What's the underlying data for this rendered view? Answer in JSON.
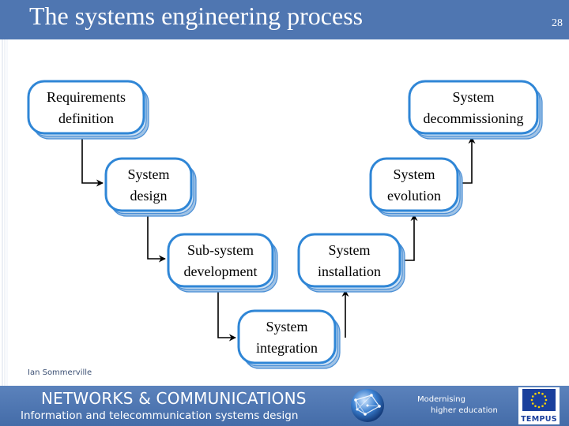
{
  "slide": {
    "title": "The systems engineering process",
    "page_number": "28"
  },
  "diagram": {
    "nodes": [
      {
        "id": "requirements",
        "lines": [
          "Requirements",
          "definition"
        ]
      },
      {
        "id": "system-design",
        "lines": [
          "System",
          "design"
        ]
      },
      {
        "id": "subsystem-development",
        "lines": [
          "Sub-system",
          "development"
        ]
      },
      {
        "id": "system-integration",
        "lines": [
          "System",
          "integration"
        ]
      },
      {
        "id": "system-installation",
        "lines": [
          "System",
          "installation"
        ]
      },
      {
        "id": "system-evolution",
        "lines": [
          "System",
          "evolution"
        ]
      },
      {
        "id": "system-decommissioning",
        "lines": [
          "System",
          "decommissioning"
        ]
      }
    ],
    "edges": [
      [
        "requirements",
        "system-design"
      ],
      [
        "system-design",
        "subsystem-development"
      ],
      [
        "subsystem-development",
        "system-integration"
      ],
      [
        "system-integration",
        "system-installation"
      ],
      [
        "system-installation",
        "system-evolution"
      ],
      [
        "system-evolution",
        "system-decommissioning"
      ]
    ]
  },
  "author": "Ian Sommerville",
  "footer": {
    "title": "NETWORKS & COMMUNICATIONS",
    "subtitle": "Information and telecommunication systems design",
    "modernising_line1": "Modernising",
    "modernising_line2": "higher education",
    "logo_text": "TEMPUS",
    "globe_icon": "globe-network-icon",
    "eu_icon": "eu-flag-icon",
    "accent_color": "#4f76b1"
  }
}
